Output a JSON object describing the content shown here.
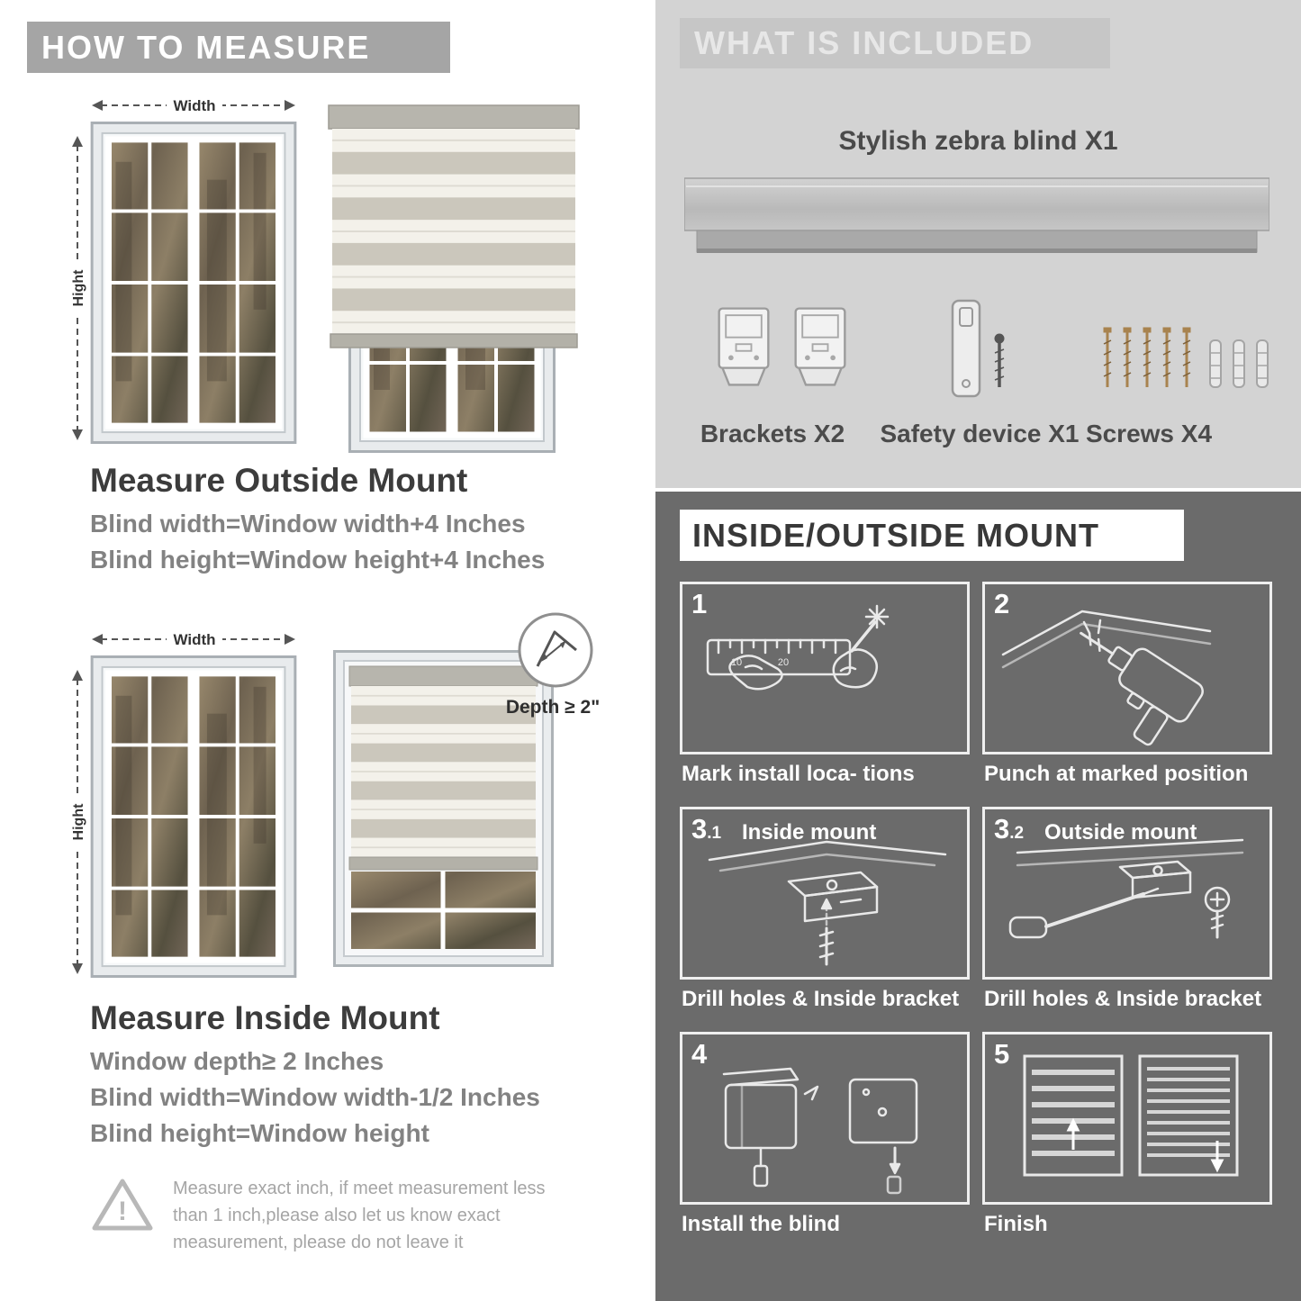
{
  "left": {
    "header": "HOW TO MEASURE",
    "outside": {
      "width_label": "Width",
      "height_label": "Hight",
      "title": "Measure Outside Mount",
      "lines": [
        "Blind width=Window width+4 Inches",
        "Blind height=Window height+4 Inches"
      ]
    },
    "inside": {
      "width_label": "Width",
      "height_label": "Hight",
      "depth_label": "Depth ≥ 2\"",
      "title": "Measure Inside Mount",
      "lines": [
        "Window depth≥ 2 Inches",
        "Blind width=Window width-1/2 Inches",
        "Blind height=Window height"
      ]
    },
    "warning_glyph": "!",
    "warning_text": "Measure exact inch, if meet measurement less than 1 inch,please also let us know exact measurement, please do not leave it"
  },
  "right": {
    "included_header": "WHAT IS INCLUDED",
    "blind_label": "Stylish zebra blind X1",
    "components": [
      {
        "label": "Brackets X2"
      },
      {
        "label": "Safety device X1"
      },
      {
        "label": "Screws X4"
      }
    ],
    "mount_header": "INSIDE/OUTSIDE MOUNT",
    "steps": [
      {
        "num": "1",
        "num_sub": "",
        "title": "",
        "caption": "Mark install loca- tions",
        "ruler_numbers": [
          "10",
          "20"
        ]
      },
      {
        "num": "2",
        "num_sub": "",
        "title": "",
        "caption": "Punch at  marked position"
      },
      {
        "num": "3",
        "num_sub": ".1",
        "title": "Inside mount",
        "caption": "Drill holes &  Inside bracket"
      },
      {
        "num": "3",
        "num_sub": ".2",
        "title": "Outside mount",
        "caption": "Drill holes &  Inside bracket"
      },
      {
        "num": "4",
        "num_sub": "",
        "title": "",
        "caption": "Install the blind"
      },
      {
        "num": "5",
        "num_sub": "",
        "title": "",
        "caption": "Finish"
      }
    ]
  },
  "colors": {
    "left_banner_bg": "#a5a5a5",
    "right_top_bg": "#d3d3d3",
    "dark_bg": "#6b6b6b",
    "heading": "#3c3c3c",
    "subtext": "#828282"
  }
}
